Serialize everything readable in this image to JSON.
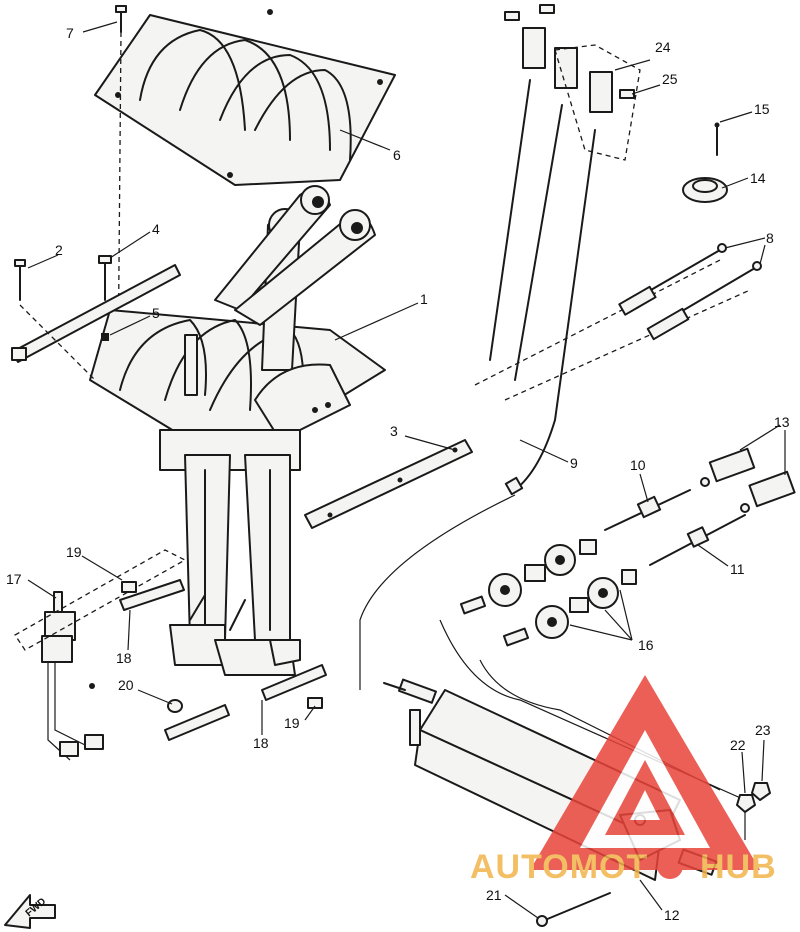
{
  "callouts": [
    {
      "id": "1",
      "label": "1"
    },
    {
      "id": "2",
      "label": "2"
    },
    {
      "id": "3",
      "label": "3"
    },
    {
      "id": "4",
      "label": "4"
    },
    {
      "id": "5",
      "label": "5"
    },
    {
      "id": "6",
      "label": "6"
    },
    {
      "id": "7",
      "label": "7"
    },
    {
      "id": "8",
      "label": "8"
    },
    {
      "id": "9",
      "label": "9"
    },
    {
      "id": "10",
      "label": "10"
    },
    {
      "id": "11",
      "label": "11"
    },
    {
      "id": "12",
      "label": "12"
    },
    {
      "id": "13",
      "label": "13"
    },
    {
      "id": "14",
      "label": "14"
    },
    {
      "id": "15",
      "label": "15"
    },
    {
      "id": "16",
      "label": "16"
    },
    {
      "id": "17",
      "label": "17"
    },
    {
      "id": "18a",
      "label": "18"
    },
    {
      "id": "18b",
      "label": "18"
    },
    {
      "id": "19a",
      "label": "19"
    },
    {
      "id": "19b",
      "label": "19"
    },
    {
      "id": "20",
      "label": "20"
    },
    {
      "id": "21",
      "label": "21"
    },
    {
      "id": "22",
      "label": "22"
    },
    {
      "id": "23",
      "label": "23"
    },
    {
      "id": "24",
      "label": "24"
    },
    {
      "id": "25",
      "label": "25"
    }
  ],
  "fwd_label": "FWD",
  "watermark": {
    "text_left": "AUTOMOT",
    "text_right": "HUB",
    "color": "#e8443a",
    "text_color": "#f2b44a"
  }
}
